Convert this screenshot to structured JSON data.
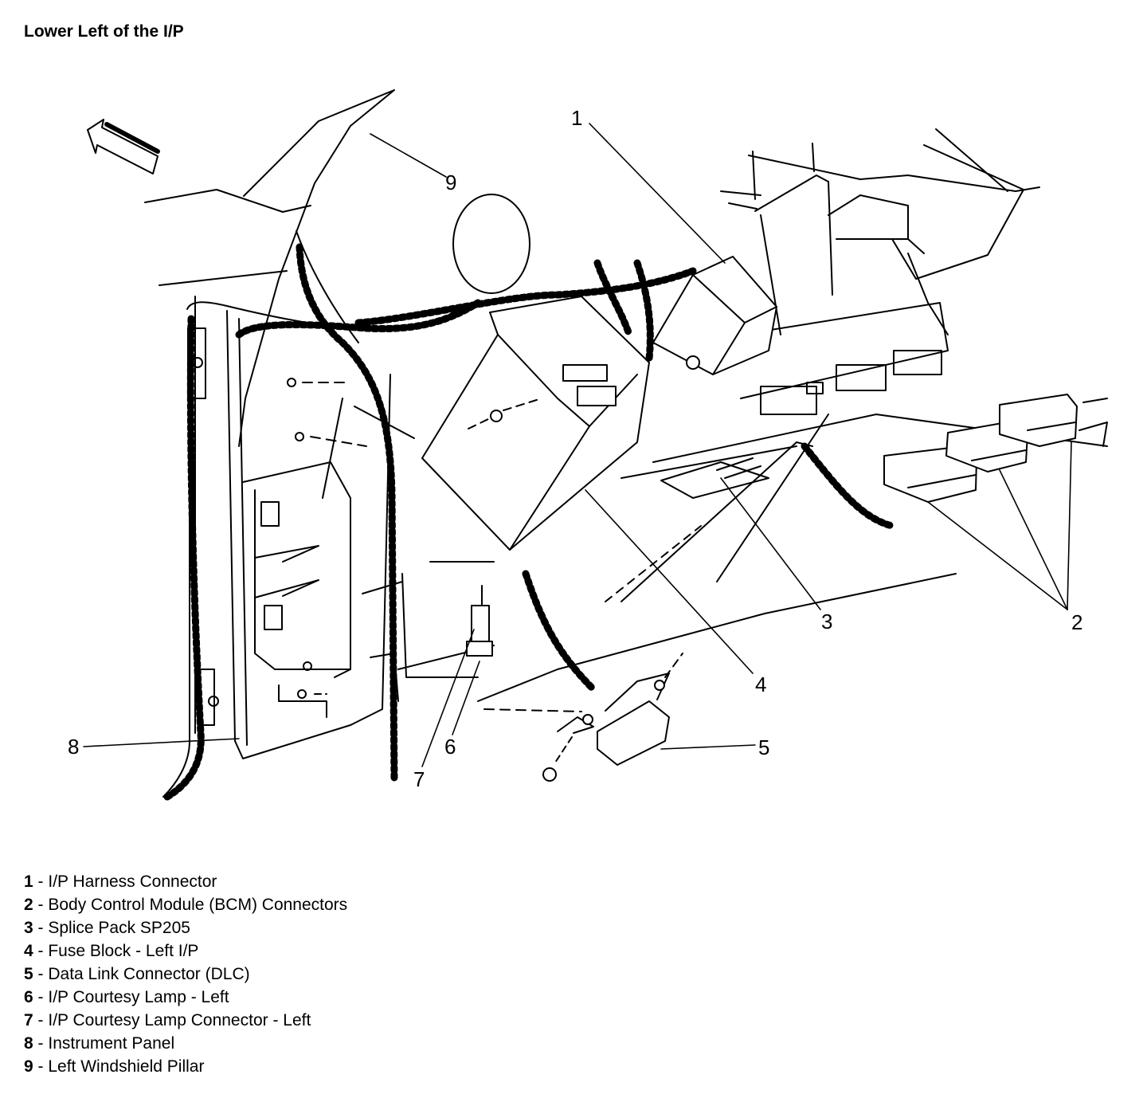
{
  "title": "Lower Left of the I/P",
  "callouts": [
    "1",
    "2",
    "3",
    "4",
    "5",
    "6",
    "7",
    "8",
    "9"
  ],
  "legend": [
    {
      "num": "1",
      "sep": " - ",
      "label": "I/P Harness Connector"
    },
    {
      "num": "2",
      "sep": " - ",
      "label": "Body Control Module (BCM) Connectors"
    },
    {
      "num": "3",
      "sep": " - ",
      "label": "Splice Pack SP205"
    },
    {
      "num": "4",
      "sep": " - ",
      "label": "Fuse Block - Left I/P"
    },
    {
      "num": "5",
      "sep": " - ",
      "label": "Data Link Connector (DLC)"
    },
    {
      "num": "6",
      "sep": " - ",
      "label": "I/P Courtesy Lamp - Left"
    },
    {
      "num": "7",
      "sep": " - ",
      "label": "I/P Courtesy Lamp Connector - Left"
    },
    {
      "num": "8",
      "sep": " - ",
      "label": "Instrument Panel"
    },
    {
      "num": "9",
      "sep": " - ",
      "label": "Left Windshield Pillar"
    }
  ]
}
